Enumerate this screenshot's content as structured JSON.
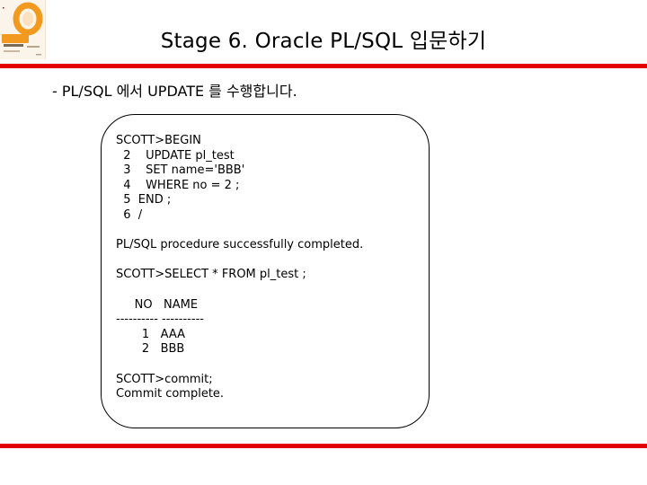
{
  "slide": {
    "title": "Stage 6. Oracle PL/SQL 입문하기",
    "subtitle": "- PL/SQL 에서 UPDATE 를 수행합니다.",
    "code_lines": [
      "SCOTT>BEGIN",
      "  2    UPDATE pl_test",
      "  3    SET name='BBB'",
      "  4    WHERE no = 2 ;",
      "  5  END ;",
      "  6  /",
      "",
      "PL/SQL procedure successfully completed.",
      "",
      "SCOTT>SELECT * FROM pl_test ;",
      "",
      "     NO   NAME",
      "---------- ----------",
      "       1   AAA",
      "       2   BBB",
      "",
      "SCOTT>commit;",
      "Commit complete."
    ]
  },
  "colors": {
    "accent_rule": "#e30000",
    "logo_accent": "#f29a1f"
  },
  "logo": {
    "icon": "book-cover-logo"
  }
}
